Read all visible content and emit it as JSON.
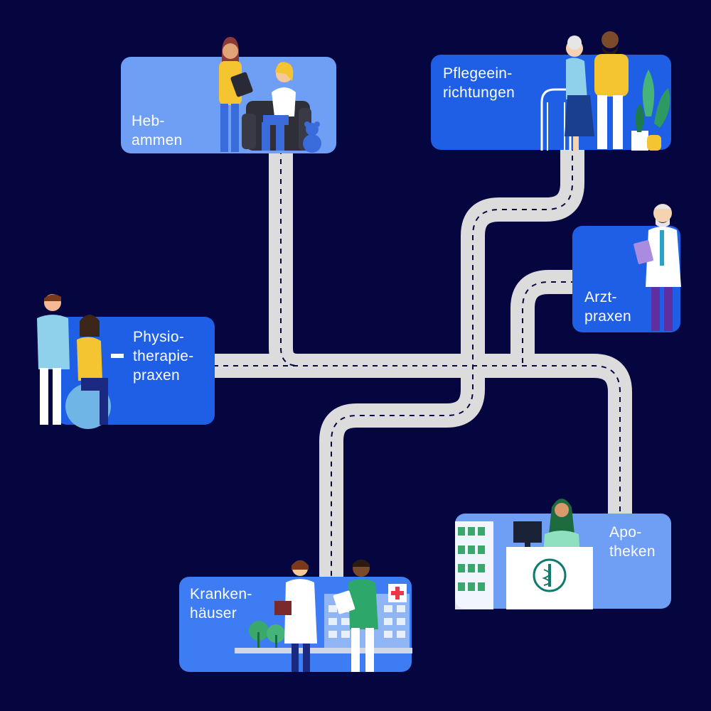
{
  "colors": {
    "background": "#05053f",
    "road": "#dcdcdc",
    "road_dash": "#05053f",
    "card_light": "#6e9ff5",
    "card_mid": "#3d7cf2",
    "card_dark": "#1e5fe6"
  },
  "locations": {
    "hebammen": {
      "label": "Heb-\nammen",
      "icon": "midwife-and-mother-with-teddy"
    },
    "pflege": {
      "label": "Pflegeein-\nrichtungen",
      "icon": "senior-with-walker-and-carer"
    },
    "arzt": {
      "label": "Arzt-\npraxen",
      "icon": "doctor-with-clipboard"
    },
    "physio": {
      "label": "Physio-\ntherapie-\npraxen",
      "icon": "physiotherapist-with-patient"
    },
    "apotheken": {
      "label": "Apo-\ntheken",
      "icon": "pharmacist-at-counter"
    },
    "kranken": {
      "label": "Kranken-\nhäuser",
      "icon": "hospital-doctor-and-nurse"
    }
  }
}
